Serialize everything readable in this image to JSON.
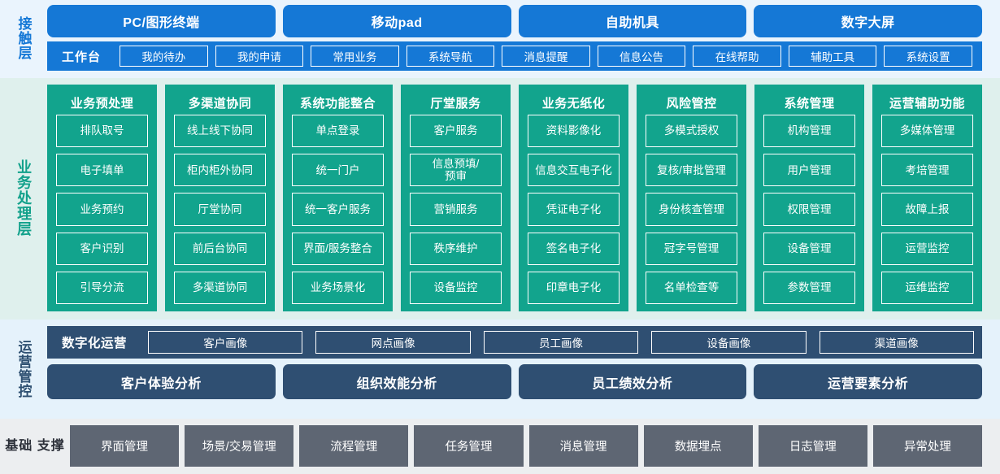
{
  "touch_layer": {
    "label": "接触层",
    "channels": [
      "PC/图形终端",
      "移动pad",
      "自助机具",
      "数字大屏"
    ],
    "workbench_title": "工作台",
    "workbench_items": [
      "我的待办",
      "我的申请",
      "常用业务",
      "系统导航",
      "消息提醒",
      "信息公告",
      "在线帮助",
      "辅助工具",
      "系统设置"
    ]
  },
  "business_layer": {
    "label": "业务处理层",
    "columns": [
      {
        "title": "业务预处理",
        "items": [
          "排队取号",
          "电子填单",
          "业务预约",
          "客户识别",
          "引导分流"
        ]
      },
      {
        "title": "多渠道协同",
        "items": [
          "线上线下协同",
          "柜内柜外协同",
          "厅堂协同",
          "前后台协同",
          "多渠道协同"
        ]
      },
      {
        "title": "系统功能整合",
        "items": [
          "单点登录",
          "统一门户",
          "统一客户服务",
          "界面/服务整合",
          "业务场景化"
        ]
      },
      {
        "title": "厅堂服务",
        "items": [
          "客户服务",
          "信息预填/\n预审",
          "营销服务",
          "秩序维护",
          "设备监控"
        ]
      },
      {
        "title": "业务无纸化",
        "items": [
          "资料影像化",
          "信息交互电子化",
          "凭证电子化",
          "签名电子化",
          "印章电子化"
        ]
      },
      {
        "title": "风险管控",
        "items": [
          "多模式授权",
          "复核/审批管理",
          "身份核查管理",
          "冠字号管理",
          "名单检查等"
        ]
      },
      {
        "title": "系统管理",
        "items": [
          "机构管理",
          "用户管理",
          "权限管理",
          "设备管理",
          "参数管理"
        ]
      },
      {
        "title": "运营辅助功能",
        "items": [
          "多媒体管理",
          "考培管理",
          "故障上报",
          "运营监控",
          "运维监控"
        ]
      }
    ]
  },
  "operations_layer": {
    "label": "运营管控",
    "portrait_title": "数字化运营",
    "portrait_items": [
      "客户画像",
      "网点画像",
      "员工画像",
      "设备画像",
      "渠道画像"
    ],
    "analysis_items": [
      "客户体验分析",
      "组织效能分析",
      "员工绩效分析",
      "运营要素分析"
    ]
  },
  "foundation_layer": {
    "label": "基础\n支撑",
    "items": [
      "界面管理",
      "场景/交易管理",
      "流程管理",
      "任务管理",
      "消息管理",
      "数据埋点",
      "日志管理",
      "异常处理"
    ]
  },
  "colors": {
    "touch_blue": "#1578d6",
    "touch_bg": "#eaf4fd",
    "business_teal": "#12a48d",
    "business_bg": "#dff0ed",
    "operations_slate": "#2f4f72",
    "operations_bg": "#e5f2fb",
    "foundation_grey": "#5e6673",
    "foundation_bg": "#eceef0"
  }
}
